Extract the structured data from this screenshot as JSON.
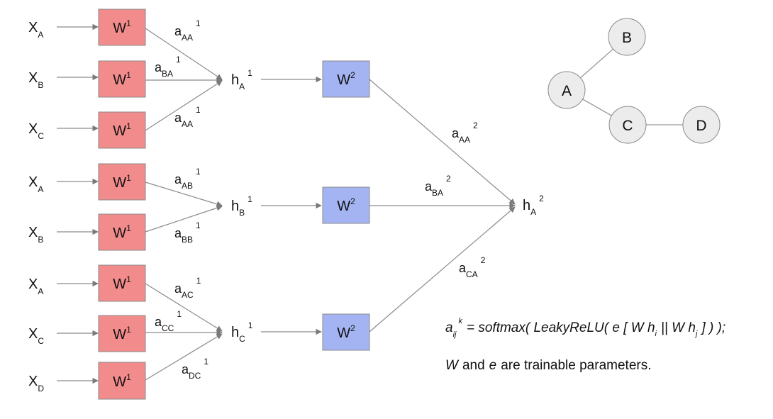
{
  "inputs": [
    {
      "base": "X",
      "sub": "A"
    },
    {
      "base": "X",
      "sub": "B"
    },
    {
      "base": "X",
      "sub": "C"
    },
    {
      "base": "X",
      "sub": "A"
    },
    {
      "base": "X",
      "sub": "B"
    },
    {
      "base": "X",
      "sub": "A"
    },
    {
      "base": "X",
      "sub": "C"
    },
    {
      "base": "X",
      "sub": "D"
    }
  ],
  "layer1_box": {
    "base": "W",
    "sup": "1"
  },
  "layer2_box": {
    "base": "W",
    "sup": "2"
  },
  "edge_labels_1": [
    {
      "base": "a",
      "sub": "AA",
      "sup": "1"
    },
    {
      "base": "a",
      "sub": "BA",
      "sup": "1"
    },
    {
      "base": "a",
      "sub": "AA",
      "sup": "1"
    },
    {
      "base": "a",
      "sub": "AB",
      "sup": "1"
    },
    {
      "base": "a",
      "sub": "BB",
      "sup": "1"
    },
    {
      "base": "a",
      "sub": "AC",
      "sup": "1"
    },
    {
      "base": "a",
      "sub": "CC",
      "sup": "1"
    },
    {
      "base": "a",
      "sub": "DC",
      "sup": "1"
    }
  ],
  "hidden": [
    {
      "base": "h",
      "sub": "A",
      "sup": "1"
    },
    {
      "base": "h",
      "sub": "B",
      "sup": "1"
    },
    {
      "base": "h",
      "sub": "C",
      "sup": "1"
    }
  ],
  "edge_labels_2": [
    {
      "base": "a",
      "sub": "AA",
      "sup": "2"
    },
    {
      "base": "a",
      "sub": "BA",
      "sup": "2"
    },
    {
      "base": "a",
      "sub": "CA",
      "sup": "2"
    }
  ],
  "output": {
    "base": "h",
    "sub": "A",
    "sup": "2"
  },
  "graph_nodes": [
    "A",
    "B",
    "C",
    "D"
  ],
  "formula": {
    "lhs_base": "a",
    "lhs_sub": "ij",
    "lhs_sup": "k",
    "part1": "= softmax( LeakyReLU( e [ W h",
    "sub_i": "i",
    "part2": "|| W h",
    "sub_j": "j",
    "part3": "] ) );"
  },
  "note": {
    "w": "W",
    "mid": "and",
    "e": "e",
    "tail": "are trainable parameters."
  },
  "colors": {
    "layer1_fill": "#f28b8b",
    "layer2_fill": "#a4b4f2",
    "node_fill": "#ececec",
    "edge": "#8a8a8a"
  }
}
